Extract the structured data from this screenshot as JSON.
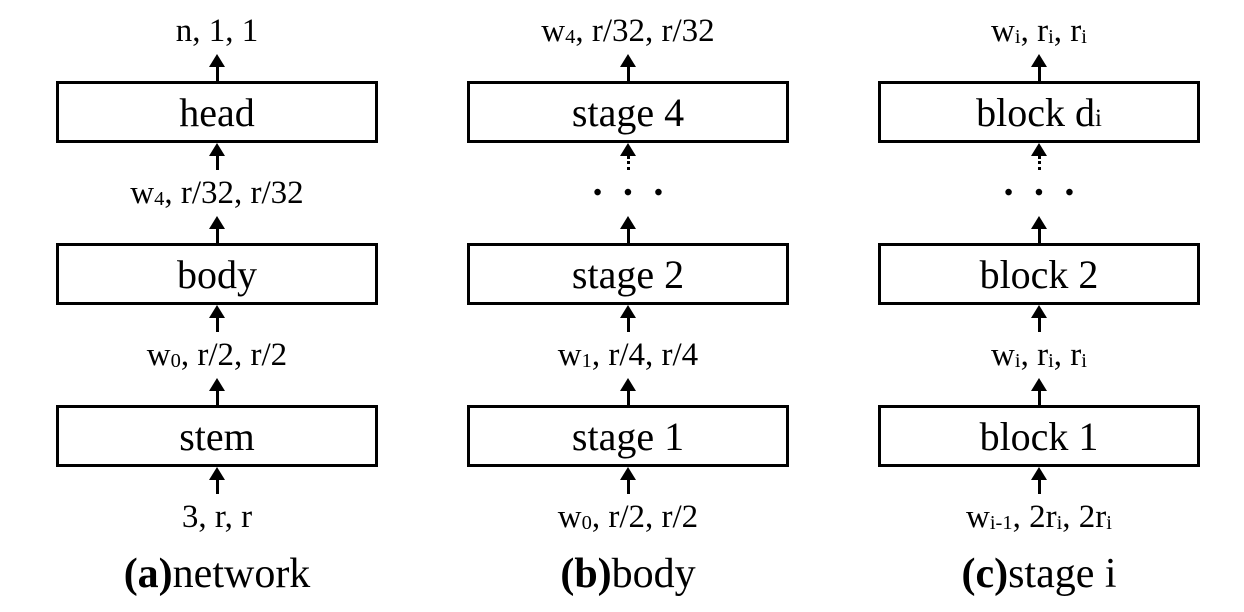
{
  "colors": {
    "line": "#000000",
    "background": "#ffffff"
  },
  "ellipsis": "• • •",
  "columns": [
    {
      "name": "network",
      "caption": {
        "index": "(a)",
        "label": "network"
      },
      "output_label": [
        {
          "t": "n, 1, 1"
        }
      ],
      "top_box": {
        "label": [
          {
            "t": "head"
          }
        ]
      },
      "mid_label": [
        {
          "t": "w"
        },
        {
          "s": "4"
        },
        {
          "t": ", r/32, r/32"
        }
      ],
      "mid_box": {
        "label": [
          {
            "t": "body"
          }
        ]
      },
      "low_label": [
        {
          "t": "w"
        },
        {
          "s": "0"
        },
        {
          "t": ", r/2, r/2"
        }
      ],
      "bottom_box": {
        "label": [
          {
            "t": "stem"
          }
        ]
      },
      "input_label": [
        {
          "t": "3, r, r"
        }
      ]
    },
    {
      "name": "body",
      "caption": {
        "index": "(b)",
        "label": "body"
      },
      "output_label": [
        {
          "t": "w"
        },
        {
          "s": "4"
        },
        {
          "t": ", r/32, r/32"
        }
      ],
      "top_box": {
        "label": [
          {
            "t": "stage 4"
          }
        ]
      },
      "mid_box": {
        "label": [
          {
            "t": "stage 2"
          }
        ]
      },
      "low_label": [
        {
          "t": "w"
        },
        {
          "s": "1"
        },
        {
          "t": ", r/4, r/4"
        }
      ],
      "bottom_box": {
        "label": [
          {
            "t": "stage 1"
          }
        ]
      },
      "input_label": [
        {
          "t": "w"
        },
        {
          "s": "0"
        },
        {
          "t": ", r/2, r/2"
        }
      ]
    },
    {
      "name": "stage i",
      "caption": {
        "index": "(c)",
        "label": "stage i"
      },
      "output_label": [
        {
          "t": "w"
        },
        {
          "s": "i"
        },
        {
          "t": ", r"
        },
        {
          "s": "i"
        },
        {
          "t": ", r"
        },
        {
          "s": "i"
        }
      ],
      "top_box": {
        "label": [
          {
            "t": "block d"
          },
          {
            "s": "i"
          }
        ]
      },
      "mid_box": {
        "label": [
          {
            "t": "block 2"
          }
        ]
      },
      "low_label": [
        {
          "t": "w"
        },
        {
          "s": "i"
        },
        {
          "t": ", r"
        },
        {
          "s": "i"
        },
        {
          "t": ", r"
        },
        {
          "s": "i"
        }
      ],
      "bottom_box": {
        "label": [
          {
            "t": "block 1"
          }
        ]
      },
      "input_label": [
        {
          "t": "w"
        },
        {
          "s": "i-1"
        },
        {
          "t": ", 2r"
        },
        {
          "s": "i"
        },
        {
          "t": ", 2r"
        },
        {
          "s": "i"
        }
      ]
    }
  ]
}
